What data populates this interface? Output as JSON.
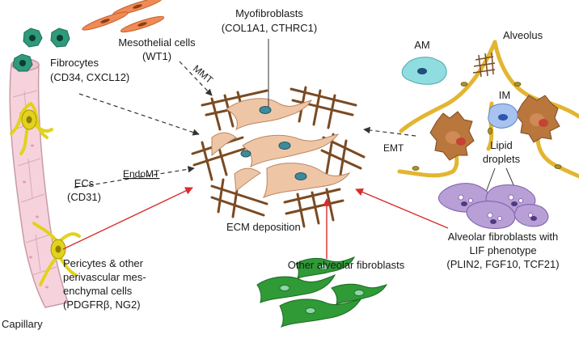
{
  "labels": {
    "myofibroblasts_title": "Myofibroblasts",
    "myofibroblasts_markers": "(COL1A1, CTHRC1)",
    "mesothelial_title": "Mesothelial cells",
    "mesothelial_markers": "(WT1)",
    "fibrocytes_title": "Fibrocytes",
    "fibrocytes_markers": "(CD34, CXCL12)",
    "mmt": "MMT",
    "emt": "EMT",
    "endomt": "EndoMT",
    "ecs_title": "ECs",
    "ecs_markers": "(CD31)",
    "ecm_deposition": "ECM deposition",
    "am": "AM",
    "alveolus": "Alveolus",
    "im": "IM",
    "lipid_line1": "Lipid",
    "lipid_line2": "droplets",
    "pericytes_line1": "Pericytes & other",
    "pericytes_line2": "perivascular mes-",
    "pericytes_line3": "enchymal cells",
    "pericytes_line4": "(PDGFRβ, NG2)",
    "capillary": "Capillary",
    "other_alveolar": "Other alveolar fibroblasts",
    "lif_line1": "Alveolar fibroblasts with",
    "lif_line2": "LIF phenotype",
    "lif_line3": "(PLIN2, FGF10, TCF21)"
  },
  "colors": {
    "capillary_fill": "#f6d3dc",
    "pericyte_yellow": "#e2d21c",
    "fibrocyte_green": "#2e9a7c",
    "mesothelial_orange": "#ef8a55",
    "myofibroblast_peach": "#eec6a6",
    "collagen_brown": "#7a4a22",
    "macrophage_am": "#8fdde0",
    "macrophage_im": "#a9c3f0",
    "pneumocyte_brown": "#b9773d",
    "lif_purple": "#b89fd6",
    "other_fib_green": "#2f9a36",
    "arrow_red": "#d92c2c",
    "arrow_dashed": "#333333"
  }
}
